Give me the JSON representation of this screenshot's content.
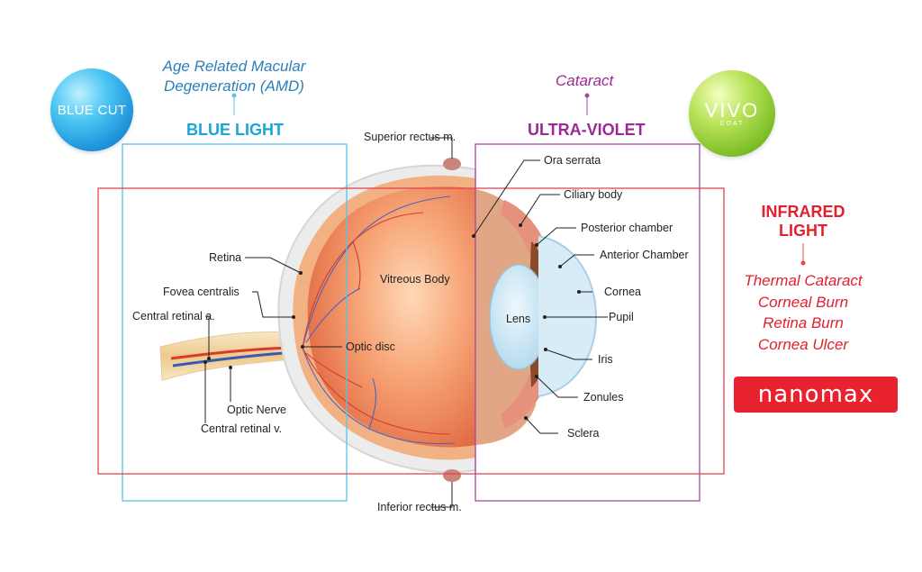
{
  "badges": {
    "blue_cut": "BLUE CUT",
    "vivo": "VIVO",
    "vivo_sub": "COAT",
    "nanomax": "nanomax"
  },
  "blue_light": {
    "heading": "BLUE LIGHT",
    "condition_line1": "Age Related Macular",
    "condition_line2": "Degeneration (AMD)",
    "color": "#1aa7d8"
  },
  "ultra_violet": {
    "heading": "ULTRA-VIOLET",
    "condition": "Cataract",
    "color": "#9b2a96"
  },
  "infrared": {
    "heading_line1": "INFRARED",
    "heading_line2": "LIGHT",
    "conditions": [
      "Thermal Cataract",
      "Corneal Burn",
      "Retina Burn",
      "Cornea Ulcer"
    ],
    "color": "#e3202d"
  },
  "eye_labels": {
    "superior_rectus": "Superior rectus m.",
    "inferior_rectus": "Inferior rectus m.",
    "ora_serrata": "Ora serrata",
    "ciliary_body": "Ciliary body",
    "posterior_chamber": "Posterior chamber",
    "anterior_chamber": "Anterior Chamber",
    "cornea": "Cornea",
    "pupil": "Pupil",
    "iris": "Iris",
    "zonules": "Zonules",
    "sclera": "Sclera",
    "lens": "Lens",
    "vitreous_body": "Vitreous Body",
    "retina": "Retina",
    "fovea_centralis": "Fovea centralis",
    "central_retinal_a": "Central retinal a.",
    "optic_disc": "Optic disc",
    "optic_nerve": "Optic Nerve",
    "central_retinal_v": "Central retinal v."
  }
}
